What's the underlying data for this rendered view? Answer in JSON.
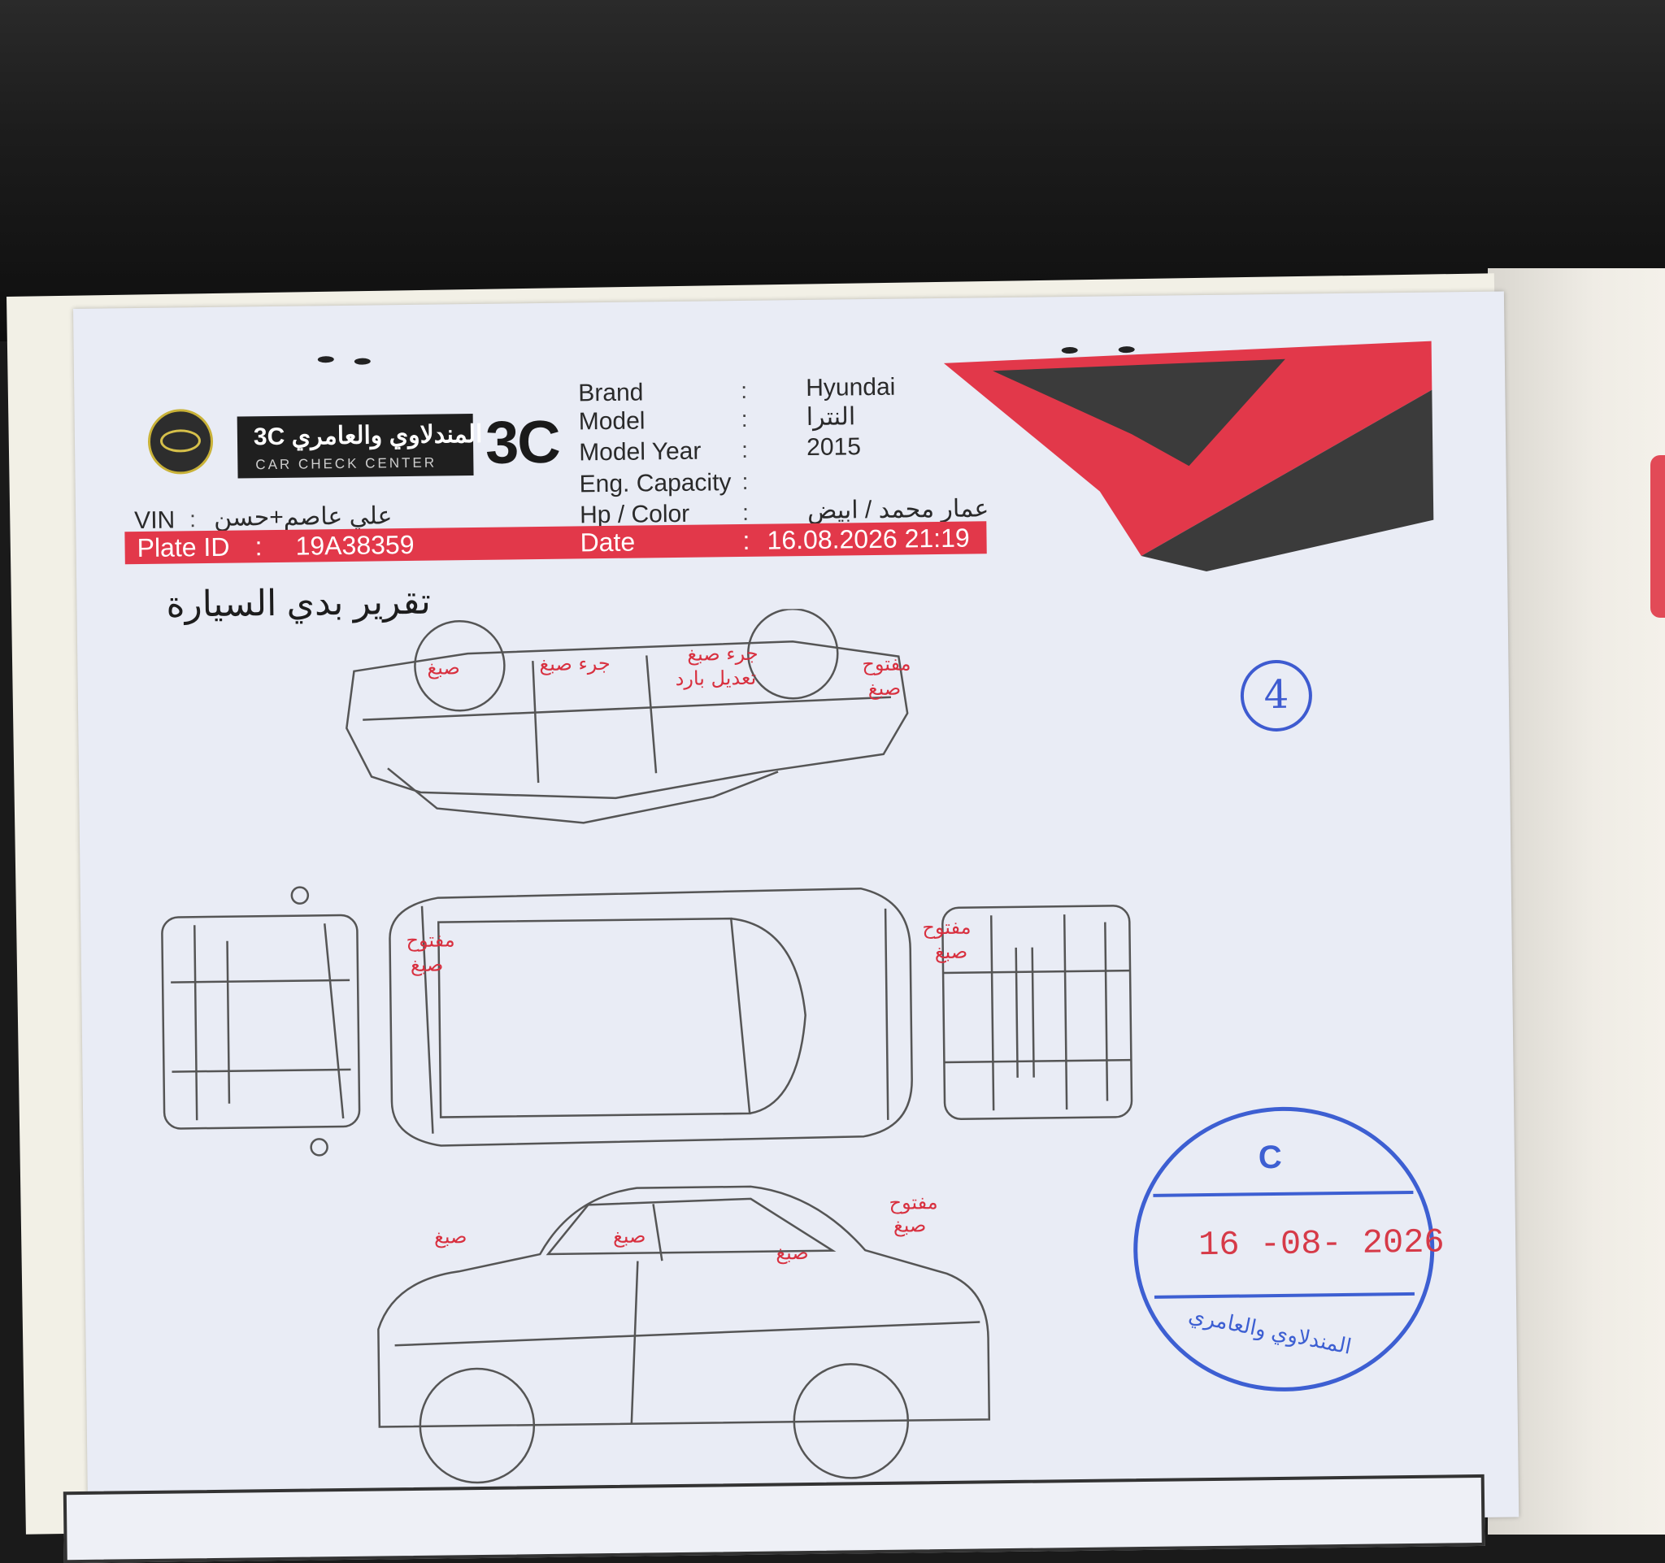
{
  "header": {
    "logo_arabic": "المندلاوي والعامري 3C",
    "logo_english": "CAR CHECK CENTER",
    "logo_mark": "3C"
  },
  "fields": {
    "brand_label": "Brand",
    "brand_value": "Hyundai",
    "model_label": "Model",
    "model_value": "النترا",
    "year_label": "Model Year",
    "year_value": "2015",
    "engine_label": "Eng. Capacity",
    "engine_value": "",
    "color_label": "Hp / Color",
    "color_value": "عمار محمد / ابيض",
    "vin_label": "VIN",
    "vin_value": "علي عاصم+حسن",
    "plate_label": "Plate ID",
    "plate_value": "19A38359",
    "date_label": "Date",
    "date_value": "16.08.2026 21:19",
    "colon": ":"
  },
  "report_title": "تقرير بدي السيارة",
  "page_number": "4",
  "notes": {
    "top_1": "صبغ",
    "top_2": "جرء صبغ",
    "top_3": "جرء صبغ",
    "top_3b": "تعديل بارد",
    "top_4": "مفتوح",
    "top_4b": "صبغ",
    "mid_left": "مفتوح",
    "mid_left_b": "صبغ",
    "mid_right": "مفتوح",
    "mid_right_b": "صبغ",
    "side_1": "صبغ",
    "side_2": "صبغ",
    "side_3": "صبغ",
    "side_4": "مفتوح",
    "side_4b": "صبغ"
  },
  "stamp": {
    "top_text": "C",
    "date": "16 -08- 2026",
    "arabic": "المندلاوي والعامري"
  },
  "colors": {
    "accent_red": "#e2384a",
    "stamp_blue": "#3d5fd2",
    "note_red": "#d8303f"
  }
}
